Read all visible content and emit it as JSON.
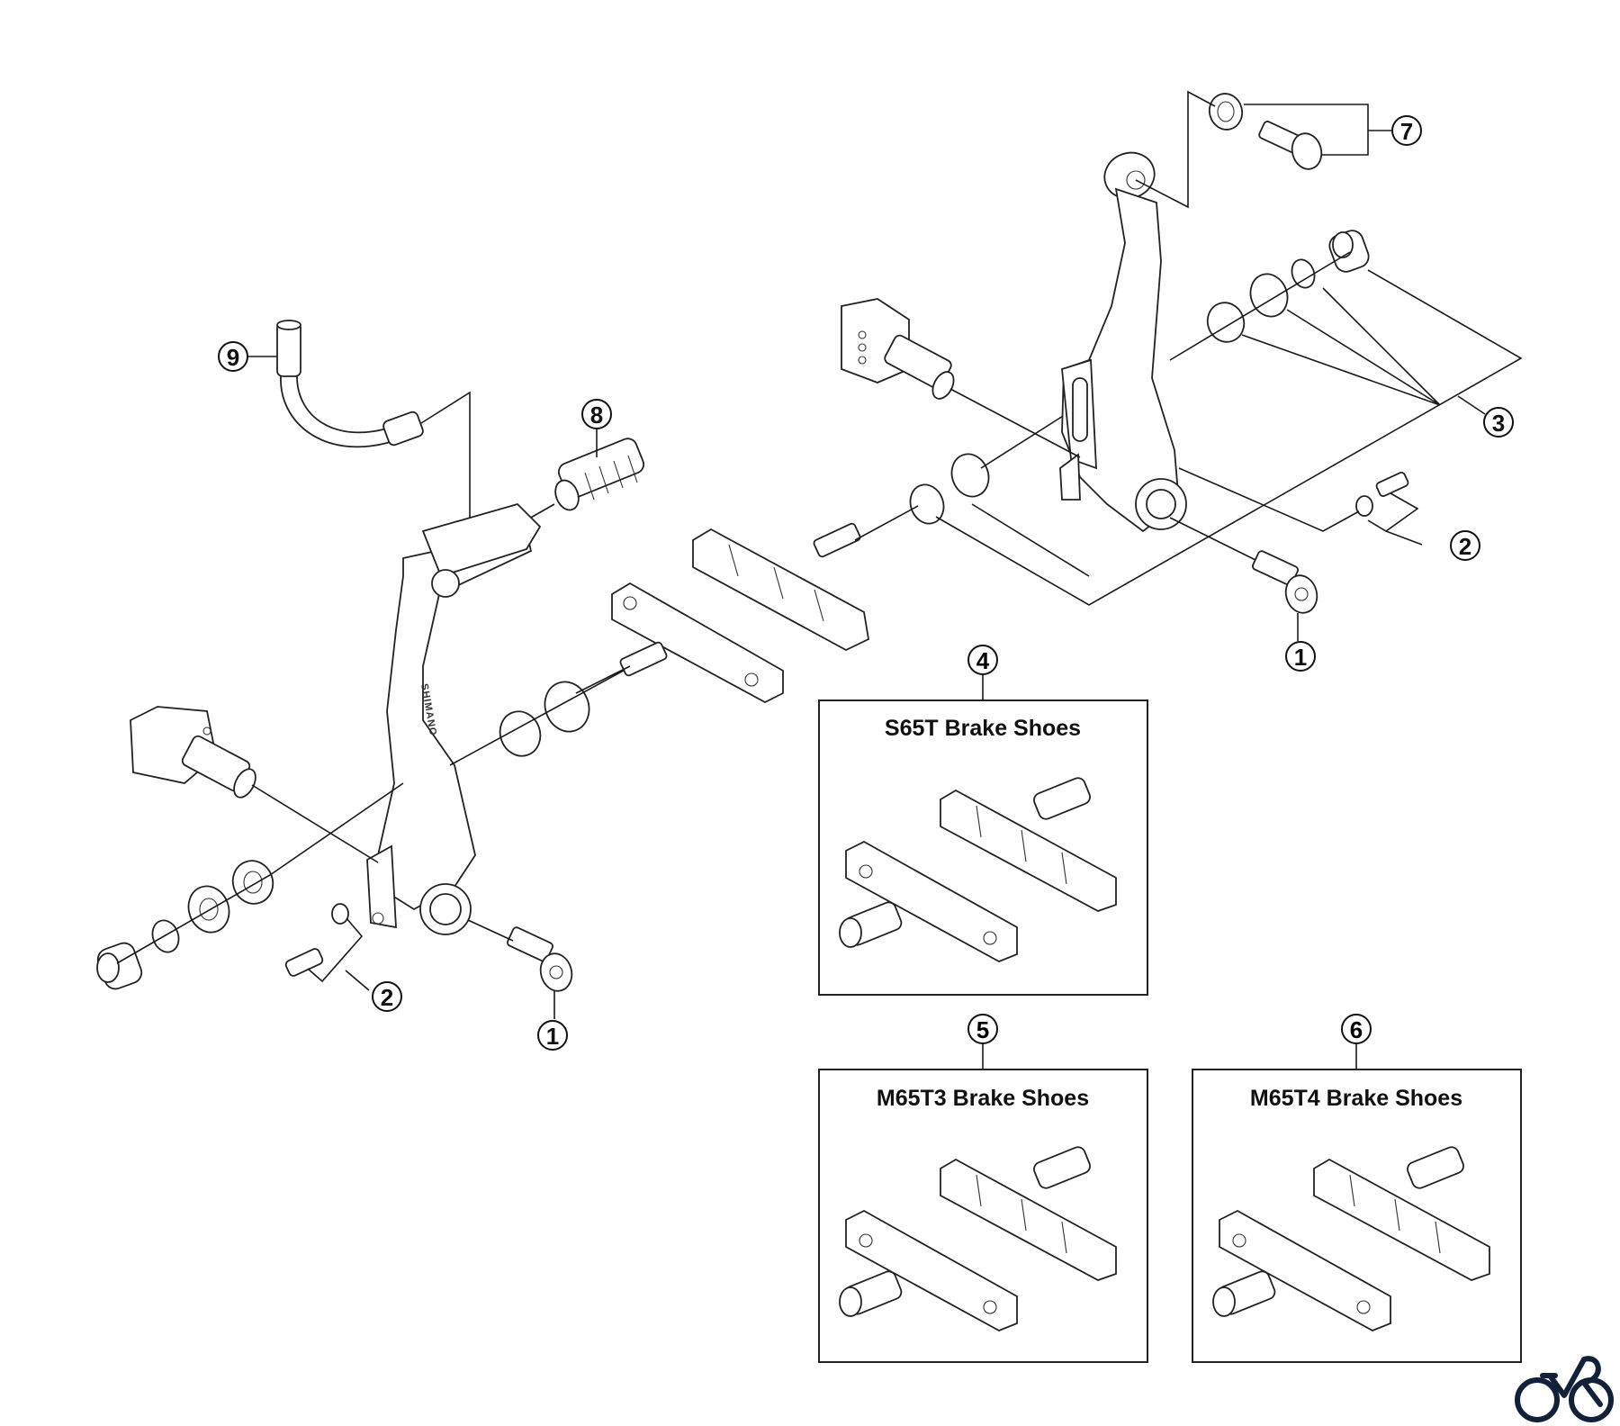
{
  "diagram": {
    "title": "Shimano V-Brake exploded parts diagram",
    "brand_mark": "SHIMANO",
    "callouts": [
      {
        "id": "1",
        "label": "1",
        "part": "arm fixing bolt (left)"
      },
      {
        "id": "1b",
        "label": "1",
        "part": "arm fixing bolt (right)"
      },
      {
        "id": "2",
        "label": "2",
        "part": "spring tension adjusting screw (left)"
      },
      {
        "id": "2b",
        "label": "2",
        "part": "spring tension adjusting screw (right)"
      },
      {
        "id": "3",
        "label": "3",
        "part": "shoe fixing washer set"
      },
      {
        "id": "4",
        "label": "4",
        "part": "S65T brake shoes"
      },
      {
        "id": "5",
        "label": "5",
        "part": "M65T3 brake shoes"
      },
      {
        "id": "6",
        "label": "6",
        "part": "M65T4 brake shoes"
      },
      {
        "id": "7",
        "label": "7",
        "part": "cable fixing bolt and washer"
      },
      {
        "id": "8",
        "label": "8",
        "part": "lead pipe boot"
      },
      {
        "id": "9",
        "label": "9",
        "part": "lead pipe"
      }
    ],
    "boxes": [
      {
        "callout": "4",
        "title": "S65T Brake Shoes"
      },
      {
        "callout": "5",
        "title": "M65T3 Brake Shoes"
      },
      {
        "callout": "6",
        "title": "M65T4 Brake Shoes"
      }
    ],
    "logo": {
      "name": "bicycle-logo",
      "color": "#12203a"
    }
  }
}
